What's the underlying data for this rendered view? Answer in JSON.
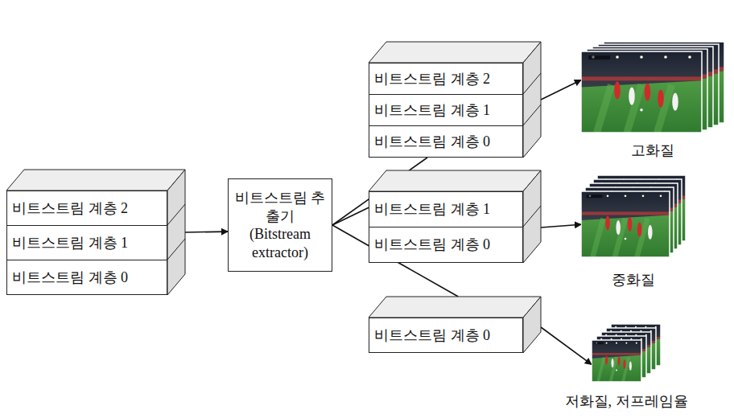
{
  "diagram": {
    "nodes": [
      {
        "text": [
          "비트스트림 계층 2"
        ]
      },
      {
        "text": [
          "비트스트림 계층 1"
        ]
      },
      {
        "text": [
          "비트스트림 계층 0"
        ]
      },
      {
        "text": [
          "비트스트림 추출기 (Bitstream extractor)"
        ]
      },
      {
        "text": [
          "비트스트림 계층 2"
        ]
      },
      {
        "text": [
          "비트스트림 계층 1"
        ]
      },
      {
        "text": [
          "비트스트림 계층 0"
        ]
      },
      {
        "text": [
          "비트스트림 계층 1"
        ]
      },
      {
        "text": [
          "비트스트림 계층 0"
        ]
      },
      {
        "text": [
          "비트스트림 계층 0"
        ]
      },
      {
        "text": [
          "고화질"
        ]
      },
      {
        "text": [
          "중화질"
        ]
      },
      {
        "text": [
          "저화질, 저프레임율"
        ]
      }
    ],
    "edges": [
      {
        "from": 1,
        "to": 3,
        "arrow": "to"
      },
      {
        "from": 3,
        "to": 6,
        "arrow": "none"
      },
      {
        "from": 3,
        "to": 7,
        "arrow": "none"
      },
      {
        "from": 3,
        "to": 9,
        "arrow": "none"
      },
      {
        "from": 5,
        "to": 10,
        "arrow": "to"
      },
      {
        "from": 7,
        "to": 11,
        "arrow": "to"
      },
      {
        "from": 9,
        "to": 12,
        "arrow": "to"
      }
    ]
  }
}
